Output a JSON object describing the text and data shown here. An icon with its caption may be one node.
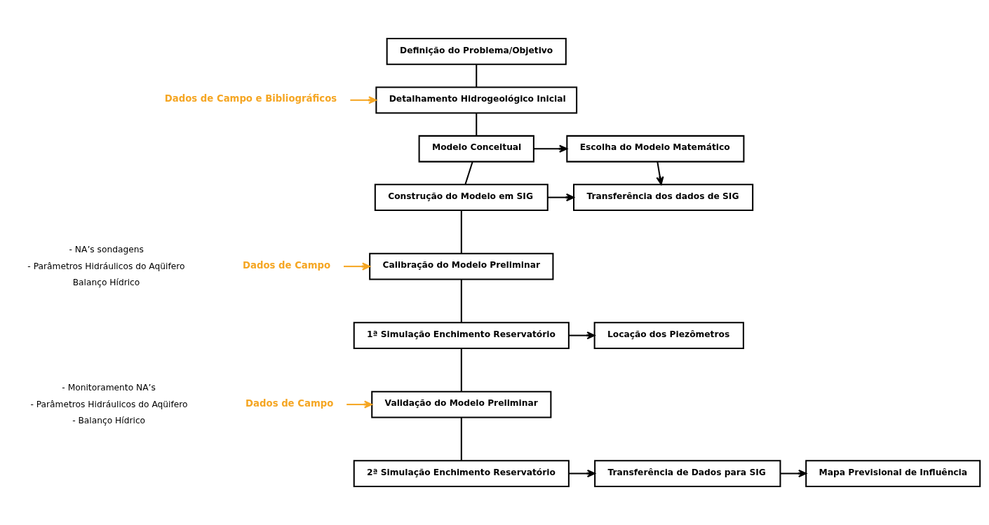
{
  "diagram": {
    "nodes": [
      {
        "text": [
          "Definição do Problema/Objetivo"
        ]
      },
      {
        "text": [
          "Detalhamento Hidrogeológico Inicial"
        ]
      },
      {
        "text": [
          "Modelo Conceitual"
        ]
      },
      {
        "text": [
          "Escolha do Modelo Matemático"
        ]
      },
      {
        "text": [
          "Construção do Modelo em SIG"
        ]
      },
      {
        "text": [
          "Transferência dos dados de SIG"
        ]
      },
      {
        "text": [
          "Calibração do Modelo Preliminar"
        ]
      },
      {
        "text": [
          "1ª Simulação Enchimento Reservatório"
        ]
      },
      {
        "text": [
          "Locação dos Piezômetros"
        ]
      },
      {
        "text": [
          "Validação do Modelo Preliminar"
        ]
      },
      {
        "text": [
          "2ª Simulação Enchimento Reservatório"
        ]
      },
      {
        "text": [
          "Transferência de Dados para SIG"
        ]
      },
      {
        "text": [
          "Mapa Previsional de Influência"
        ]
      },
      {
        "text": [
          "Dados de Campo e Bibliográficos"
        ]
      },
      {
        "text": [
          "Dados de Campo"
        ]
      },
      {
        "text": [
          "Dados de Campo"
        ]
      }
    ],
    "edges": [
      {
        "from": 0,
        "to": 1,
        "arrow": "none"
      },
      {
        "from": 13,
        "to": 1,
        "arrow": "to",
        "color": "#f5a623"
      },
      {
        "from": 1,
        "to": 2,
        "arrow": "none"
      },
      {
        "from": 2,
        "to": 3,
        "arrow": "to"
      },
      {
        "from": 3,
        "to": 5,
        "arrow": "to"
      },
      {
        "from": 2,
        "to": 4,
        "arrow": "none"
      },
      {
        "from": 4,
        "to": 5,
        "arrow": "to"
      },
      {
        "from": 4,
        "to": 6,
        "arrow": "none"
      },
      {
        "from": 14,
        "to": 6,
        "arrow": "to",
        "color": "#f5a623"
      },
      {
        "from": 6,
        "to": 7,
        "arrow": "none"
      },
      {
        "from": 7,
        "to": 8,
        "arrow": "to"
      },
      {
        "from": 7,
        "to": 9,
        "arrow": "none"
      },
      {
        "from": 15,
        "to": 9,
        "arrow": "to",
        "color": "#f5a623"
      },
      {
        "from": 9,
        "to": 10,
        "arrow": "none"
      },
      {
        "from": 10,
        "to": 11,
        "arrow": "to"
      },
      {
        "from": 11,
        "to": 12,
        "arrow": "to"
      }
    ],
    "labels": [
      "- NA’s sondagens",
      "- Parâmetros Hidráulicos do Aqüifero",
      "Balanço Hídrico",
      "- Monitoramento NA’s",
      "- Parâmetros Hidráulicos do Aqüifero",
      "- Balanço Hídrico"
    ]
  }
}
